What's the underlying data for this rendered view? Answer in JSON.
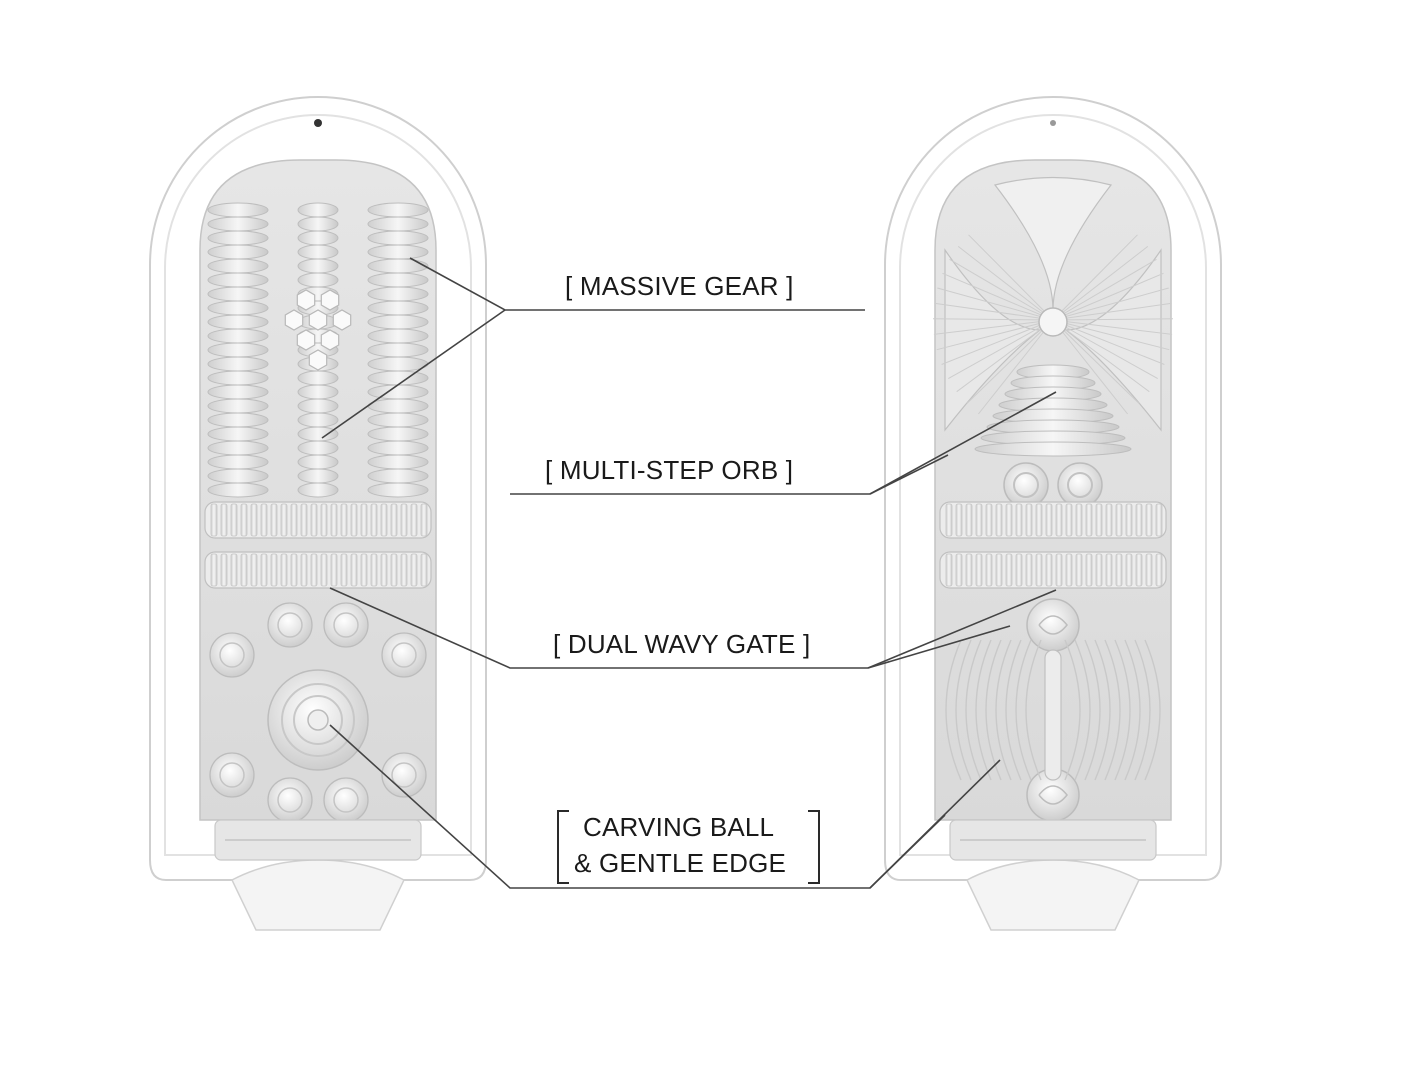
{
  "callouts": {
    "massive_gear": "[ MASSIVE GEAR ]",
    "multi_step_orb": "[  MULTI-STEP ORB ]",
    "dual_wavy_gate": "[ DUAL WAVY GATE ]",
    "carving_ball_line1": "CARVING BALL",
    "carving_ball_line2": "& GENTLE EDGE"
  },
  "colors": {
    "line": "#444444",
    "shell": "#dcdcdc",
    "shade": "#c8c8c8",
    "highlight": "#f3f3f3"
  }
}
